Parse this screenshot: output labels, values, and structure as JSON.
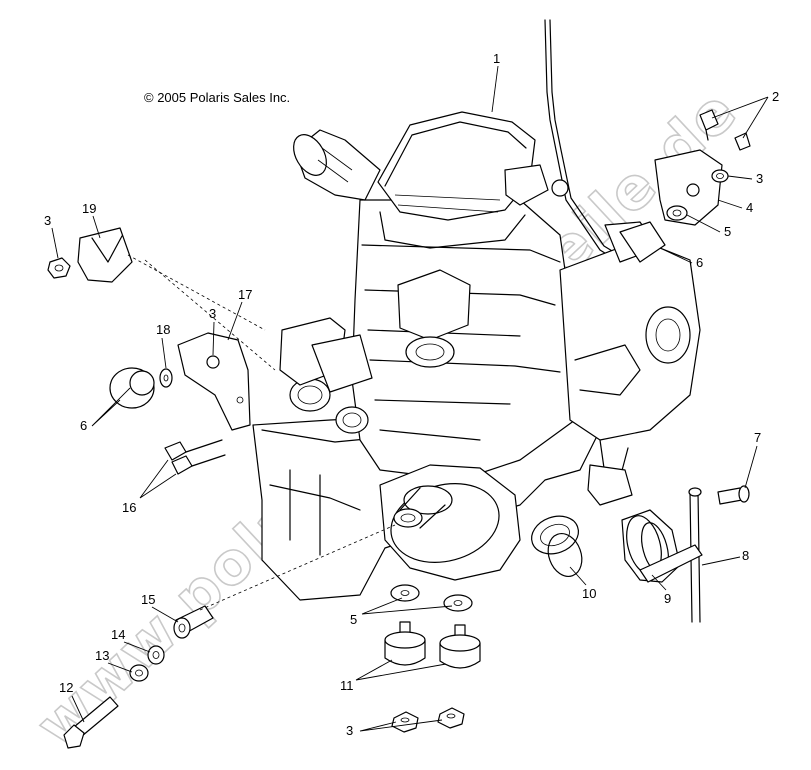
{
  "copyright": "© 2005 Polaris Sales Inc.",
  "watermark": "www.polaris-ersatzteile.de",
  "callouts": [
    {
      "id": "c1",
      "text": "1"
    },
    {
      "id": "c2",
      "text": "2"
    },
    {
      "id": "c3a",
      "text": "3"
    },
    {
      "id": "c4",
      "text": "4"
    },
    {
      "id": "c5a",
      "text": "5"
    },
    {
      "id": "c6a",
      "text": "6"
    },
    {
      "id": "c3b",
      "text": "3"
    },
    {
      "id": "c19",
      "text": "19"
    },
    {
      "id": "c3c",
      "text": "3"
    },
    {
      "id": "c17",
      "text": "17"
    },
    {
      "id": "c18",
      "text": "18"
    },
    {
      "id": "c6b",
      "text": "6"
    },
    {
      "id": "c16",
      "text": "16"
    },
    {
      "id": "c7",
      "text": "7"
    },
    {
      "id": "c8",
      "text": "8"
    },
    {
      "id": "c9",
      "text": "9"
    },
    {
      "id": "c10",
      "text": "10"
    },
    {
      "id": "c5b",
      "text": "5"
    },
    {
      "id": "c11",
      "text": "11"
    },
    {
      "id": "c15",
      "text": "15"
    },
    {
      "id": "c14",
      "text": "14"
    },
    {
      "id": "c13",
      "text": "13"
    },
    {
      "id": "c12",
      "text": "12"
    },
    {
      "id": "c3d",
      "text": "3"
    }
  ]
}
